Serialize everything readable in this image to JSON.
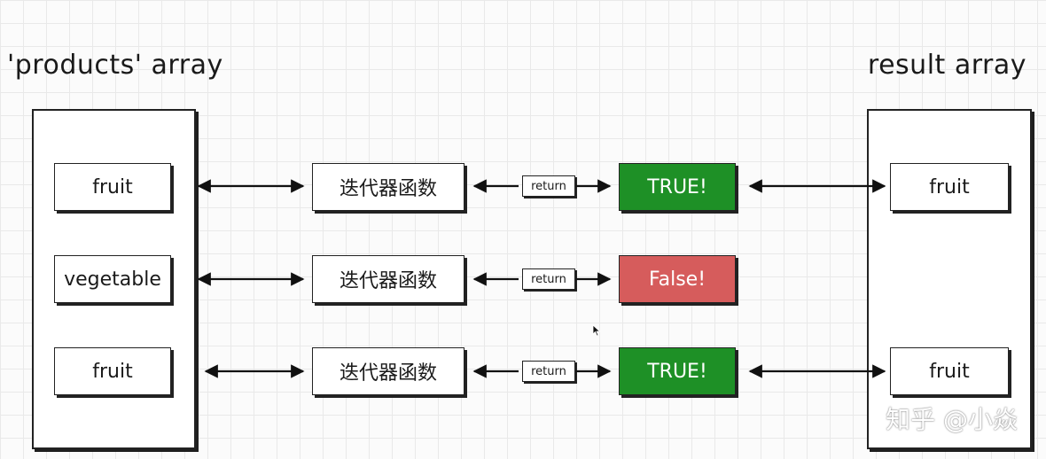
{
  "headings": {
    "left": "'products' array",
    "right": "result array"
  },
  "products": [
    "fruit",
    "vegetable",
    "fruit"
  ],
  "iterator_label": "迭代器函数",
  "return_label": "return",
  "outcomes": [
    {
      "label": "TRUE!",
      "status": "true",
      "color": "#1e9026"
    },
    {
      "label": "False!",
      "status": "false",
      "color": "#d65c5c"
    },
    {
      "label": "TRUE!",
      "status": "true",
      "color": "#1e9026"
    }
  ],
  "results": [
    "fruit",
    "fruit"
  ],
  "watermark": "知乎 @小焱"
}
